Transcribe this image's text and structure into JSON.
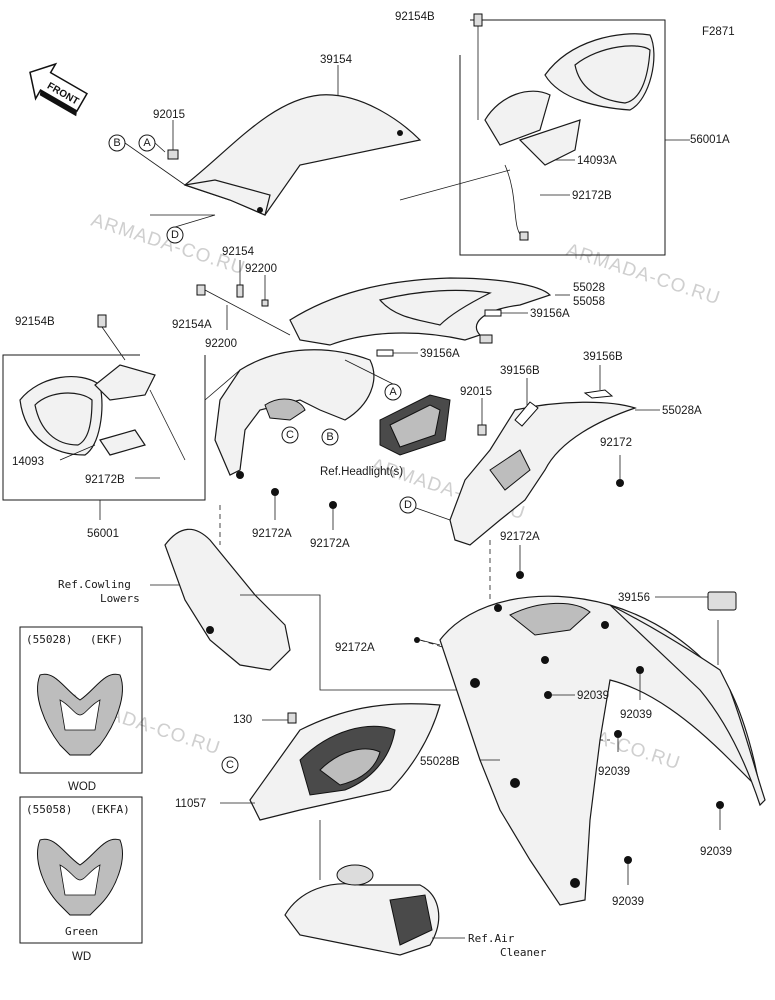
{
  "figure_code": "F2871",
  "front_label": "FRONT",
  "watermark": "ARMADA-CO.RU",
  "callouts": [
    "A",
    "B",
    "C",
    "D"
  ],
  "part_numbers": {
    "p92154B_top": "92154B",
    "p56001A": "56001A",
    "p14093A": "14093A",
    "p92172B_top": "92172B",
    "p39154": "39154",
    "p92015_top": "92015",
    "p92154": "92154",
    "p92200_a": "92200",
    "p92154A": "92154A",
    "p92200_b": "92200",
    "p55028_55058": "55028\n55058",
    "p39156A_a": "39156A",
    "p39156A_b": "39156A",
    "p92154B_left": "92154B",
    "p14093": "14093",
    "p92172B_left": "92172B",
    "p56001": "56001",
    "p39156B_a": "39156B",
    "p39156B_b": "39156B",
    "p92015_mid": "92015",
    "p55028A": "55028A",
    "p92172": "92172",
    "p92172A_a": "92172A",
    "p92172A_b": "92172A",
    "p92172A_c": "92172A",
    "p92172A_d": "92172A",
    "p39156": "39156",
    "p92039_a": "92039",
    "p92039_b": "92039",
    "p92039_c": "92039",
    "p92039_d": "92039",
    "p92039_e": "92039",
    "p55028B": "55028B",
    "p130": "130",
    "p11057": "11057"
  },
  "refs": {
    "headlights": "Ref.Headlight(s)",
    "cowling_lowers_1": "Ref.Cowling",
    "cowling_lowers_2": "Lowers",
    "air_cleaner_1": "Ref.Air",
    "air_cleaner_2": "Cleaner"
  },
  "variants": [
    {
      "code": "(55028)",
      "model": "(EKF)",
      "color": "",
      "suffix": "WOD"
    },
    {
      "code": "(55058)",
      "model": "(EKFA)",
      "color": "Green",
      "suffix": "WD"
    }
  ]
}
